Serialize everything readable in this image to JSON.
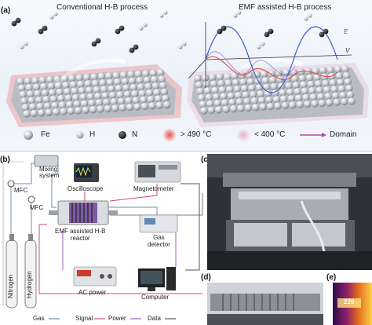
{
  "panel_a": {
    "letter": "(a)",
    "left_title": "Conventional H-B process",
    "right_title": "EMF assisted H-B process",
    "field_labels": {
      "E": "E",
      "V": "V"
    },
    "legend": [
      {
        "symbol": "fe-ball",
        "label": "Fe"
      },
      {
        "symbol": "h-ball",
        "label": "H"
      },
      {
        "symbol": "n-ball",
        "label": "N"
      },
      {
        "symbol": "hot-glow",
        "label": "> 490 °C"
      },
      {
        "symbol": "mild-glow",
        "label": "< 400 °C"
      },
      {
        "symbol": "arrow",
        "label": "Domain"
      }
    ],
    "colors": {
      "hot": "#e8413c",
      "mild": "#e7a9c8",
      "domain": "#b04ca8",
      "wave_red": "#d9534f",
      "wave_blue": "#3b59c9"
    }
  },
  "panel_b": {
    "letter": "(b)",
    "mixing_system": "Mixing\nsystem",
    "mfc_top": "MFC",
    "mfc_bottom": "MFC",
    "oscilloscope": "Oscilloscope",
    "magnetometer": "Magnetometer",
    "reactor": "EMF assisted H-B\nreactor",
    "gas_detector": "Gas\ndetector",
    "ac_power": "AC power",
    "computer": "Computer",
    "nitrogen": "Nitrogen",
    "hydrogen": "Hydrogen",
    "line_legend": [
      {
        "label": "Gas",
        "color": "#6d8fb0"
      },
      {
        "label": "Signal",
        "color": "#d2487a"
      },
      {
        "label": "Power",
        "color": "#a55bc2"
      },
      {
        "label": "Data",
        "color": "#555555"
      }
    ]
  },
  "panel_c": {
    "letter": "(c)"
  },
  "panel_d": {
    "letter": "(d)"
  },
  "panel_e": {
    "letter": "(e)",
    "readout": "220"
  }
}
